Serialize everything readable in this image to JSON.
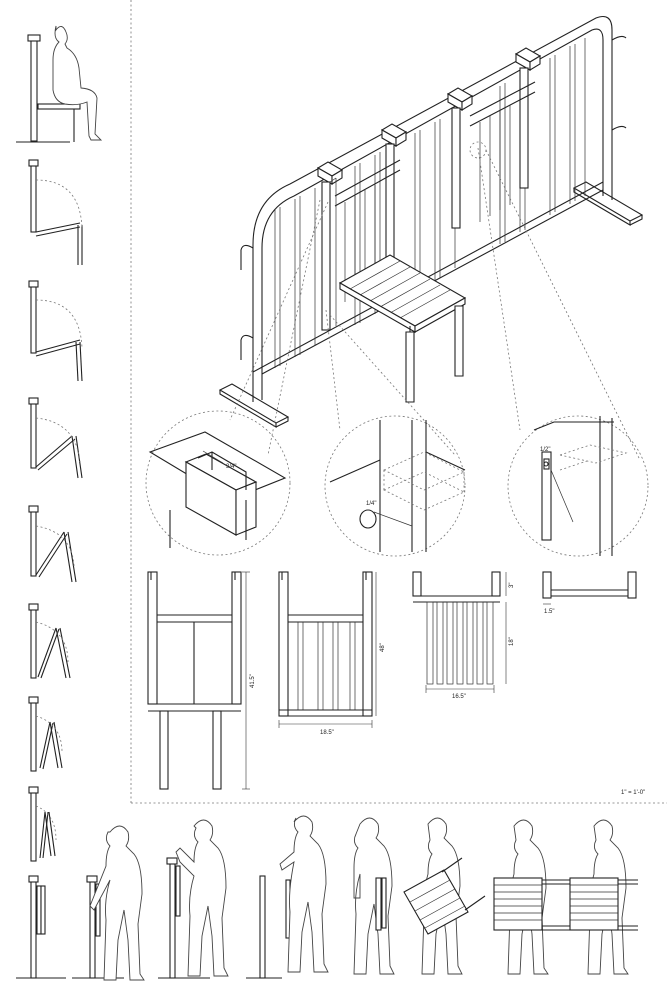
{
  "drawing": {
    "scale_note": "1\" = 1'-0\"",
    "details": {
      "slot_dim": "3/4\"",
      "pin_dim": "1/4\"",
      "hinge_dim": "1/2\""
    },
    "elevations": {
      "front_height": "41.5\"",
      "back_height": "48\"",
      "back_width": "18.5\"",
      "seat_depth": "18\"",
      "seat_width": "16.5\"",
      "seat_offset": "3\"",
      "edge_dim": "1.5\""
    }
  }
}
